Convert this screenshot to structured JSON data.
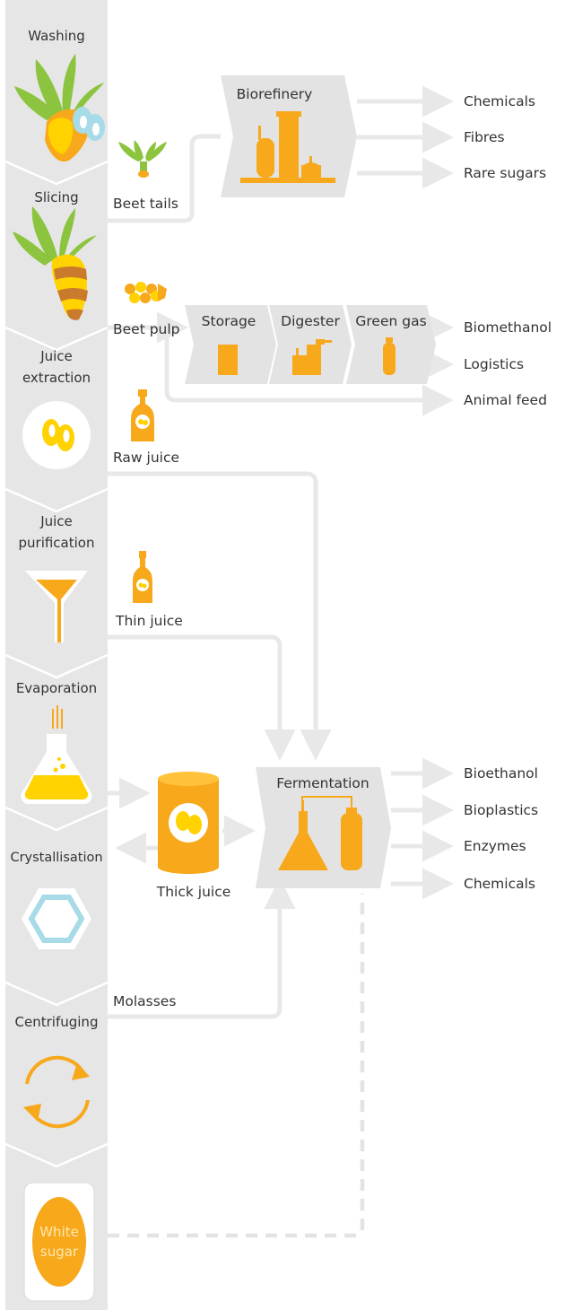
{
  "steps": [
    {
      "label": "Washing"
    },
    {
      "label": "Slicing"
    },
    {
      "label": "Juice",
      "label2": "extraction"
    },
    {
      "label": "Juice",
      "label2": "purification"
    },
    {
      "label": "Evaporation"
    },
    {
      "label": "Crystallisation"
    },
    {
      "label": "Centrifuging"
    },
    {
      "label": "White",
      "label2": "sugar"
    }
  ],
  "byproducts": {
    "beet_tails": "Beet tails",
    "beet_pulp": "Beet pulp",
    "raw_juice": "Raw juice",
    "thin_juice": "Thin juice",
    "thick_juice": "Thick juice",
    "molasses": "Molasses"
  },
  "processes": {
    "biorefinery": "Biorefinery",
    "storage": "Storage",
    "digester": "Digester",
    "green_gas": "Green gas",
    "fermentation": "Fermentation"
  },
  "outputs": {
    "biorefinery": [
      "Chemicals",
      "Fibres",
      "Rare sugars"
    ],
    "pulp": [
      "Biomethanol",
      "Logistics",
      "Animal feed"
    ],
    "fermentation": [
      "Bioethanol",
      "Bioplastics",
      "Enzymes",
      "Chemicals"
    ]
  },
  "colors": {
    "orange": "#f7a81b",
    "yellow": "#ffd200",
    "green": "#8cc43f",
    "light_blue": "#a8dbe8",
    "grey": "#e6e6e6"
  }
}
